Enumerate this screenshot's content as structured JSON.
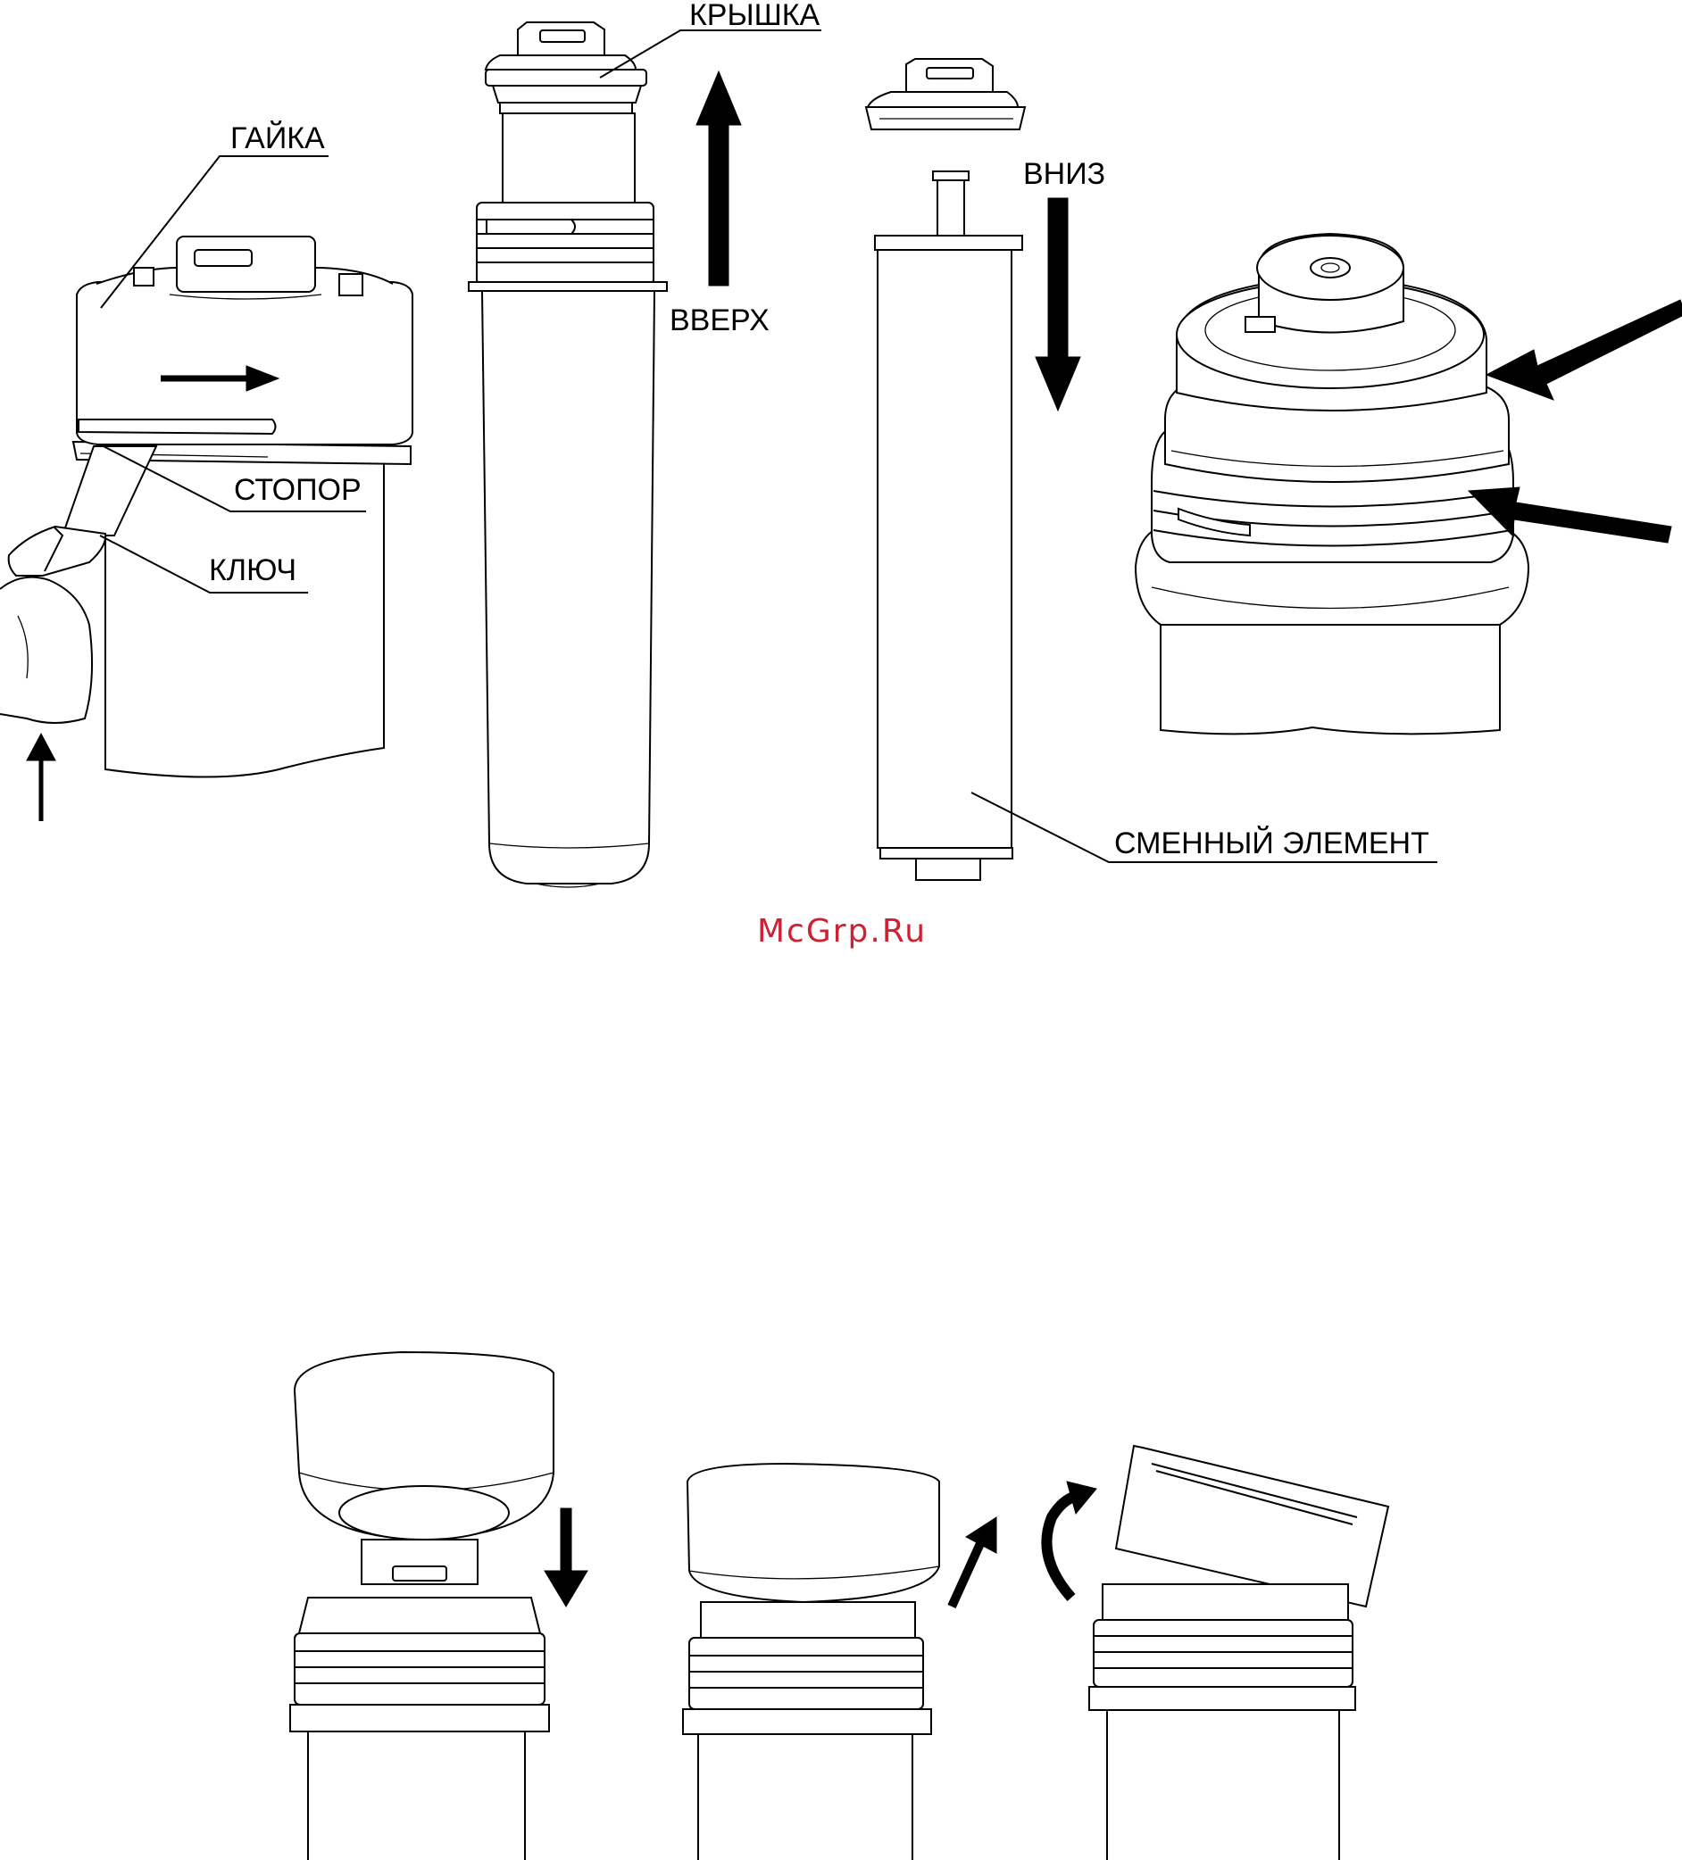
{
  "labels": {
    "nut": "ГАЙКА",
    "stopper": "СТОПОР",
    "key": "КЛЮЧ",
    "cover": "КРЫШКА",
    "up": "ВВЕРХ",
    "down": "ВНИЗ",
    "element": "СМЕННЫЙ ЭЛЕМЕНТ"
  },
  "watermark": {
    "text": "McGrp.Ru",
    "color": "#cc2233"
  },
  "colors": {
    "line": "#000000",
    "background": "#ffffff"
  },
  "icons": [
    "up-arrow-icon",
    "down-arrow-icon",
    "right-arrow-icon",
    "pointer-arrow-icon",
    "curved-rotate-arrow-icon",
    "diagonal-up-arrow-icon"
  ]
}
